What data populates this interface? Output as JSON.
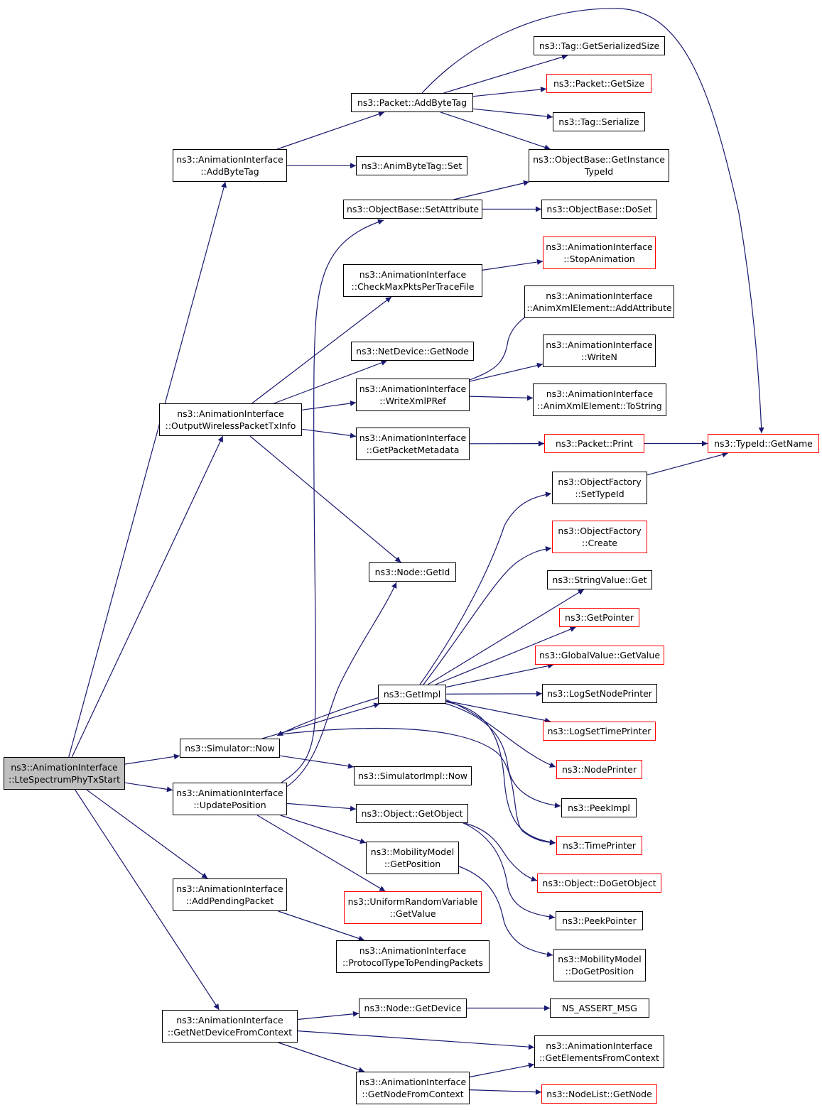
{
  "colors": {
    "edge": "#191970",
    "box_border": "#000000",
    "incomplete_border": "#ff0000",
    "root_fill": "#bfbfbf"
  },
  "nodes": [
    {
      "id": "root",
      "l1": "ns3::AnimationInterface",
      "l2": "::LteSpectrumPhyTxStart",
      "style": "root"
    },
    {
      "id": "addbytetag_ai",
      "l1": "ns3::AnimationInterface",
      "l2": "::AddByteTag",
      "style": "black"
    },
    {
      "id": "outwireless",
      "l1": "ns3::AnimationInterface",
      "l2": "::OutputWirelessPacketTxInfo",
      "style": "black"
    },
    {
      "id": "simnow",
      "l1": "ns3::Simulator::Now",
      "l2": "",
      "style": "black"
    },
    {
      "id": "updatepos",
      "l1": "ns3::AnimationInterface",
      "l2": "::UpdatePosition",
      "style": "black"
    },
    {
      "id": "addpending",
      "l1": "ns3::AnimationInterface",
      "l2": "::AddPendingPacket",
      "style": "black"
    },
    {
      "id": "getnetdev",
      "l1": "ns3::AnimationInterface",
      "l2": "::GetNetDeviceFromContext",
      "style": "black"
    },
    {
      "id": "pkt_addbytetag",
      "l1": "ns3::Packet::AddByteTag",
      "l2": "",
      "style": "black"
    },
    {
      "id": "animbytetag_set",
      "l1": "ns3::AnimByteTag::Set",
      "l2": "",
      "style": "black"
    },
    {
      "id": "ob_setattr",
      "l1": "ns3::ObjectBase::SetAttribute",
      "l2": "",
      "style": "black"
    },
    {
      "id": "checkmax",
      "l1": "ns3::AnimationInterface",
      "l2": "::CheckMaxPktsPerTraceFile",
      "style": "black"
    },
    {
      "id": "netdev_getnode",
      "l1": "ns3::NetDevice::GetNode",
      "l2": "",
      "style": "black"
    },
    {
      "id": "writexmlpref",
      "l1": "ns3::AnimationInterface",
      "l2": "::WriteXmlPRef",
      "style": "black"
    },
    {
      "id": "getpktmeta",
      "l1": "ns3::AnimationInterface",
      "l2": "::GetPacketMetadata",
      "style": "black"
    },
    {
      "id": "node_getid",
      "l1": "ns3::Node::GetId",
      "l2": "",
      "style": "black"
    },
    {
      "id": "getimpl",
      "l1": "ns3::GetImpl",
      "l2": "",
      "style": "black"
    },
    {
      "id": "simimpl_now",
      "l1": "ns3::SimulatorImpl::Now",
      "l2": "",
      "style": "black"
    },
    {
      "id": "obj_getobject",
      "l1": "ns3::Object::GetObject",
      "l2": "",
      "style": "black"
    },
    {
      "id": "mob_getpos",
      "l1": "ns3::MobilityModel",
      "l2": "::GetPosition",
      "style": "black"
    },
    {
      "id": "urv_getvalue",
      "l1": "ns3::UniformRandomVariable",
      "l2": "::GetValue",
      "style": "red"
    },
    {
      "id": "prototype",
      "l1": "ns3::AnimationInterface",
      "l2": "::ProtocolTypeToPendingPackets",
      "style": "black"
    },
    {
      "id": "node_getdevice",
      "l1": "ns3::Node::GetDevice",
      "l2": "",
      "style": "black"
    },
    {
      "id": "getnodefromctx",
      "l1": "ns3::AnimationInterface",
      "l2": "::GetNodeFromContext",
      "style": "black"
    },
    {
      "id": "tag_getsersize",
      "l1": "ns3::Tag::GetSerializedSize",
      "l2": "",
      "style": "black"
    },
    {
      "id": "pkt_getsize",
      "l1": "ns3::Packet::GetSize",
      "l2": "",
      "style": "red"
    },
    {
      "id": "tag_serialize",
      "l1": "ns3::Tag::Serialize",
      "l2": "",
      "style": "black"
    },
    {
      "id": "ob_getinst",
      "l1": "ns3::ObjectBase::GetInstance",
      "l2": "TypeId",
      "style": "black"
    },
    {
      "id": "ob_doset",
      "l1": "ns3::ObjectBase::DoSet",
      "l2": "",
      "style": "black"
    },
    {
      "id": "stopanim",
      "l1": "ns3::AnimationInterface",
      "l2": "::StopAnimation",
      "style": "red"
    },
    {
      "id": "addattr",
      "l1": "ns3::AnimationInterface",
      "l2": "::AnimXmlElement::AddAttribute",
      "style": "black"
    },
    {
      "id": "writen",
      "l1": "ns3::AnimationInterface",
      "l2": "::WriteN",
      "style": "black"
    },
    {
      "id": "tostring",
      "l1": "ns3::AnimationInterface",
      "l2": "::AnimXmlElement::ToString",
      "style": "black"
    },
    {
      "id": "pkt_print",
      "l1": "ns3::Packet::Print",
      "l2": "",
      "style": "red"
    },
    {
      "id": "typeid_getname",
      "l1": "ns3::TypeId::GetName",
      "l2": "",
      "style": "red"
    },
    {
      "id": "of_settypeid",
      "l1": "ns3::ObjectFactory",
      "l2": "::SetTypeId",
      "style": "black"
    },
    {
      "id": "of_create",
      "l1": "ns3::ObjectFactory",
      "l2": "::Create",
      "style": "red"
    },
    {
      "id": "strval_get",
      "l1": "ns3::StringValue::Get",
      "l2": "",
      "style": "black"
    },
    {
      "id": "getpointer",
      "l1": "ns3::GetPointer",
      "l2": "",
      "style": "red"
    },
    {
      "id": "gv_getvalue",
      "l1": "ns3::GlobalValue::GetValue",
      "l2": "",
      "style": "red"
    },
    {
      "id": "logsetnode",
      "l1": "ns3::LogSetNodePrinter",
      "l2": "",
      "style": "black"
    },
    {
      "id": "logsettime",
      "l1": "ns3::LogSetTimePrinter",
      "l2": "",
      "style": "red"
    },
    {
      "id": "nodeprinter",
      "l1": "ns3::NodePrinter",
      "l2": "",
      "style": "red"
    },
    {
      "id": "peekimpl",
      "l1": "ns3::PeekImpl",
      "l2": "",
      "style": "black"
    },
    {
      "id": "timeprinter",
      "l1": "ns3::TimePrinter",
      "l2": "",
      "style": "red"
    },
    {
      "id": "obj_dogetobject",
      "l1": "ns3::Object::DoGetObject",
      "l2": "",
      "style": "red"
    },
    {
      "id": "peekpointer",
      "l1": "ns3::PeekPointer",
      "l2": "",
      "style": "black"
    },
    {
      "id": "mob_dogetpos",
      "l1": "ns3::MobilityModel",
      "l2": "::DoGetPosition",
      "style": "black"
    },
    {
      "id": "ns_assert",
      "l1": "NS_ASSERT_MSG",
      "l2": "",
      "style": "black"
    },
    {
      "id": "getelements",
      "l1": "ns3::AnimationInterface",
      "l2": "::GetElementsFromContext",
      "style": "black"
    },
    {
      "id": "nodelist_getnode",
      "l1": "ns3::NodeList::GetNode",
      "l2": "",
      "style": "red"
    }
  ],
  "edges": [
    {
      "from": "root",
      "to": "addbytetag_ai"
    },
    {
      "from": "root",
      "to": "outwireless"
    },
    {
      "from": "root",
      "to": "simnow"
    },
    {
      "from": "root",
      "to": "updatepos"
    },
    {
      "from": "root",
      "to": "addpending"
    },
    {
      "from": "root",
      "to": "getnetdev"
    },
    {
      "from": "addbytetag_ai",
      "to": "pkt_addbytetag"
    },
    {
      "from": "addbytetag_ai",
      "to": "animbytetag_set"
    },
    {
      "from": "pkt_addbytetag",
      "to": "tag_getsersize"
    },
    {
      "from": "pkt_addbytetag",
      "to": "pkt_getsize"
    },
    {
      "from": "pkt_addbytetag",
      "to": "tag_serialize"
    },
    {
      "from": "pkt_addbytetag",
      "to": "ob_getinst"
    },
    {
      "from": "pkt_addbytetag",
      "to": "typeid_getname"
    },
    {
      "from": "ob_setattr",
      "to": "ob_getinst"
    },
    {
      "from": "ob_setattr",
      "to": "ob_doset"
    },
    {
      "from": "checkmax",
      "to": "stopanim"
    },
    {
      "from": "outwireless",
      "to": "checkmax"
    },
    {
      "from": "outwireless",
      "to": "netdev_getnode"
    },
    {
      "from": "outwireless",
      "to": "writexmlpref"
    },
    {
      "from": "outwireless",
      "to": "getpktmeta"
    },
    {
      "from": "outwireless",
      "to": "node_getid"
    },
    {
      "from": "writexmlpref",
      "to": "addattr"
    },
    {
      "from": "writexmlpref",
      "to": "writen"
    },
    {
      "from": "writexmlpref",
      "to": "tostring"
    },
    {
      "from": "getpktmeta",
      "to": "pkt_print"
    },
    {
      "from": "pkt_print",
      "to": "typeid_getname"
    },
    {
      "from": "of_settypeid",
      "to": "typeid_getname"
    },
    {
      "from": "simnow",
      "to": "getimpl"
    },
    {
      "from": "simnow",
      "to": "simimpl_now"
    },
    {
      "from": "simnow",
      "to": "timeprinter"
    },
    {
      "from": "getimpl",
      "to": "simnow"
    },
    {
      "from": "getimpl",
      "to": "of_settypeid"
    },
    {
      "from": "getimpl",
      "to": "of_create"
    },
    {
      "from": "getimpl",
      "to": "strval_get"
    },
    {
      "from": "getimpl",
      "to": "getpointer"
    },
    {
      "from": "getimpl",
      "to": "gv_getvalue"
    },
    {
      "from": "getimpl",
      "to": "logsetnode"
    },
    {
      "from": "getimpl",
      "to": "logsettime"
    },
    {
      "from": "getimpl",
      "to": "nodeprinter"
    },
    {
      "from": "getimpl",
      "to": "peekimpl"
    },
    {
      "from": "getimpl",
      "to": "timeprinter"
    },
    {
      "from": "updatepos",
      "to": "ob_setattr"
    },
    {
      "from": "updatepos",
      "to": "node_getid"
    },
    {
      "from": "updatepos",
      "to": "obj_getobject"
    },
    {
      "from": "updatepos",
      "to": "mob_getpos"
    },
    {
      "from": "updatepos",
      "to": "urv_getvalue"
    },
    {
      "from": "obj_getobject",
      "to": "obj_dogetobject"
    },
    {
      "from": "obj_getobject",
      "to": "peekpointer"
    },
    {
      "from": "mob_getpos",
      "to": "mob_dogetpos"
    },
    {
      "from": "addpending",
      "to": "prototype"
    },
    {
      "from": "getnetdev",
      "to": "node_getdevice"
    },
    {
      "from": "getnetdev",
      "to": "getelements"
    },
    {
      "from": "getnetdev",
      "to": "getnodefromctx"
    },
    {
      "from": "node_getdevice",
      "to": "ns_assert"
    },
    {
      "from": "getnodefromctx",
      "to": "getelements"
    },
    {
      "from": "getnodefromctx",
      "to": "nodelist_getnode"
    }
  ]
}
